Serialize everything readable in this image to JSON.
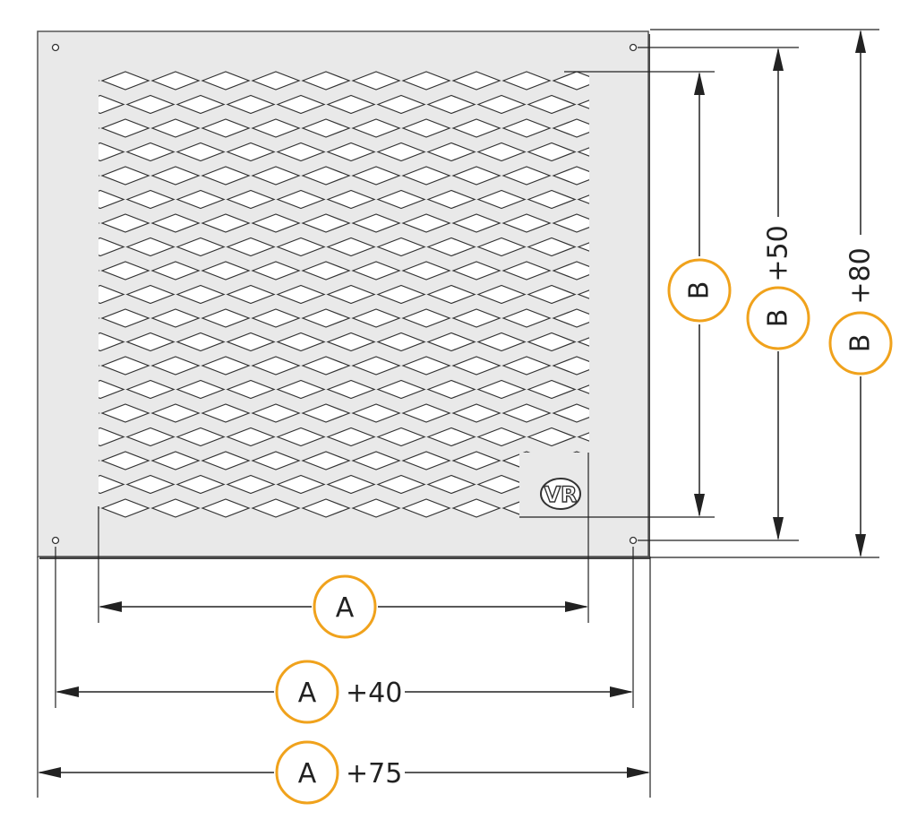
{
  "diagram": {
    "panel": {
      "logo_text": "VR",
      "mesh": {
        "rows": 19,
        "columns": 10
      }
    },
    "dimensions": {
      "width_inner": {
        "symbol": "A",
        "offset": ""
      },
      "width_mid": {
        "symbol": "A",
        "offset": "+40"
      },
      "width_outer": {
        "symbol": "A",
        "offset": "+75"
      },
      "height_inner": {
        "symbol": "B",
        "offset": ""
      },
      "height_mid": {
        "symbol": "B",
        "offset": "+50"
      },
      "height_outer": {
        "symbol": "B",
        "offset": "+80"
      }
    },
    "colors": {
      "panel": "#e9e9e9",
      "badge_ring": "#f0a21c",
      "line": "#222222"
    }
  }
}
